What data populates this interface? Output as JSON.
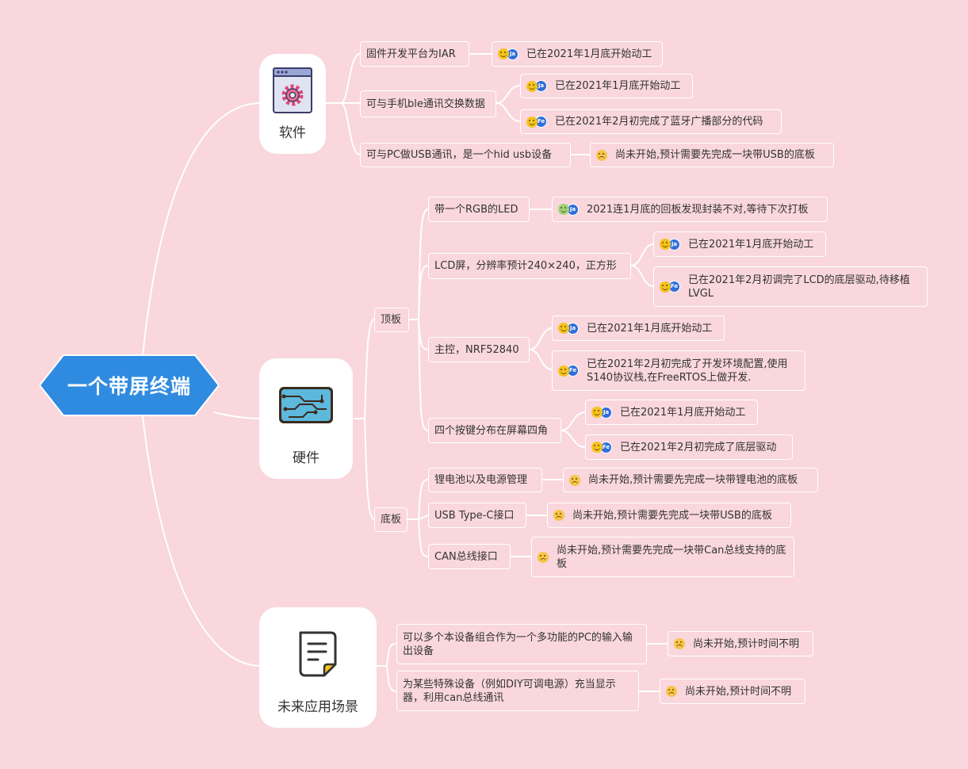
{
  "title": "一个带屏终端",
  "categories": {
    "software": "软件",
    "hardware": "硬件",
    "future": "未来应用场景"
  },
  "topics": {
    "iar": "固件开发平台为IAR",
    "ble": "可与手机ble通讯交换数据",
    "usb": "可与PC做USB通讯，是一个hid usb设备",
    "top": "顶板",
    "bottom": "底板",
    "rgb": "带一个RGB的LED",
    "lcd": "LCD屏，分辨率预计240×240，正方形",
    "mcu": "主控，NRF52840",
    "keys": "四个按键分布在屏幕四角",
    "battery": "锂电池以及电源管理",
    "typec": "USB Type-C接口",
    "can": "CAN总线接口",
    "multi": "可以多个本设备组合作为一个多功能的PC的输入输出设备",
    "display": "为某些特殊设备（例如DIY可调电源）充当显示器，利用can总线通讯"
  },
  "status": {
    "s_iar": "已在2021年1月底开始动工",
    "s_ble1": "已在2021年1月底开始动工",
    "s_ble2": "已在2021年2月初完成了蓝牙广播部分的代码",
    "s_usb": "尚未开始,预计需要先完成一块带USB的底板",
    "s_rgb": "2021连1月底的回板发现封装不对,等待下次打板",
    "s_lcd1": "已在2021年1月底开始动工",
    "s_lcd2": "已在2021年2月初调完了LCD的底层驱动,待移植LVGL",
    "s_mcu1": "已在2021年1月底开始动工",
    "s_mcu2": "已在2021年2月初完成了开发环境配置,使用S140协议栈,在FreeRTOS上做开发.",
    "s_keys1": "已在2021年1月底开始动工",
    "s_keys2": "已在2021年2月初完成了底层驱动",
    "s_bat": "尚未开始,预计需要先完成一块带锂电池的底板",
    "s_typec": "尚未开始,预计需要先完成一块带USB的底板",
    "s_can": "尚未开始,预计需要先完成一块带Can总线支持的底板",
    "s_multi": "尚未开始,预计时间不明",
    "s_display": "尚未开始,预计时间不明"
  },
  "priority_labels": {
    "ja": "Ja",
    "fe": "Fe"
  },
  "icons": {
    "software": "settings-window-icon",
    "hardware": "circuit-board-icon",
    "future": "note-icon"
  },
  "colors": {
    "background": "#f9d7dd",
    "root": "#2f8be0",
    "line": "#ffffff"
  }
}
